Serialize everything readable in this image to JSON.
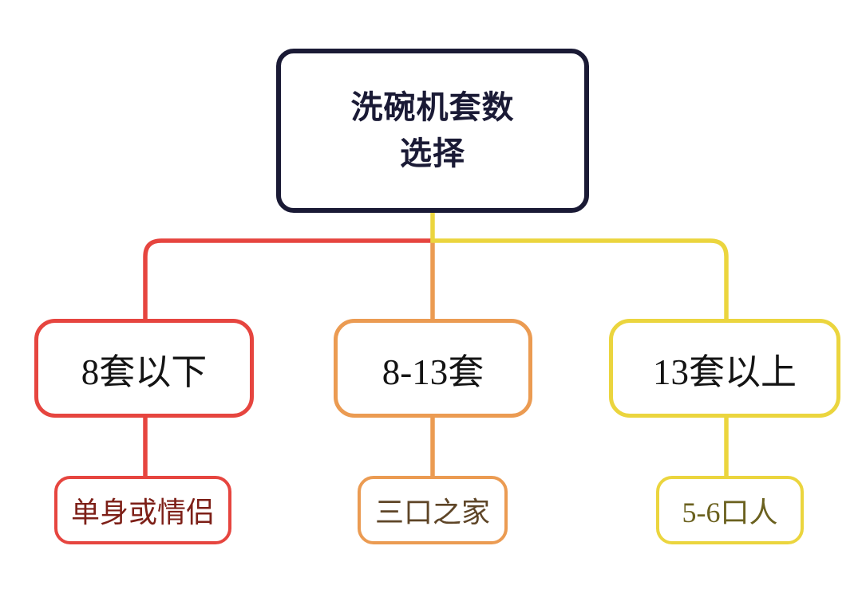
{
  "root": {
    "title_lines": [
      "洗碗机套数",
      "选择"
    ]
  },
  "branches": [
    {
      "label": "8套以下",
      "leaf": "单身或情侣",
      "color": "#e6453f",
      "leaf_text_color": "#7d1f17"
    },
    {
      "label": "8-13套",
      "leaf": "三口之家",
      "color": "#eb9b52",
      "leaf_text_color": "#5e4527"
    },
    {
      "label": "13套以上",
      "leaf": "5-6口人",
      "color": "#ebd53e",
      "leaf_text_color": "#6b611f"
    }
  ],
  "colors": {
    "root_border": "#1a1a35",
    "root_text": "#1a1a35",
    "node_text": "#141414",
    "background": "#ffffff"
  }
}
